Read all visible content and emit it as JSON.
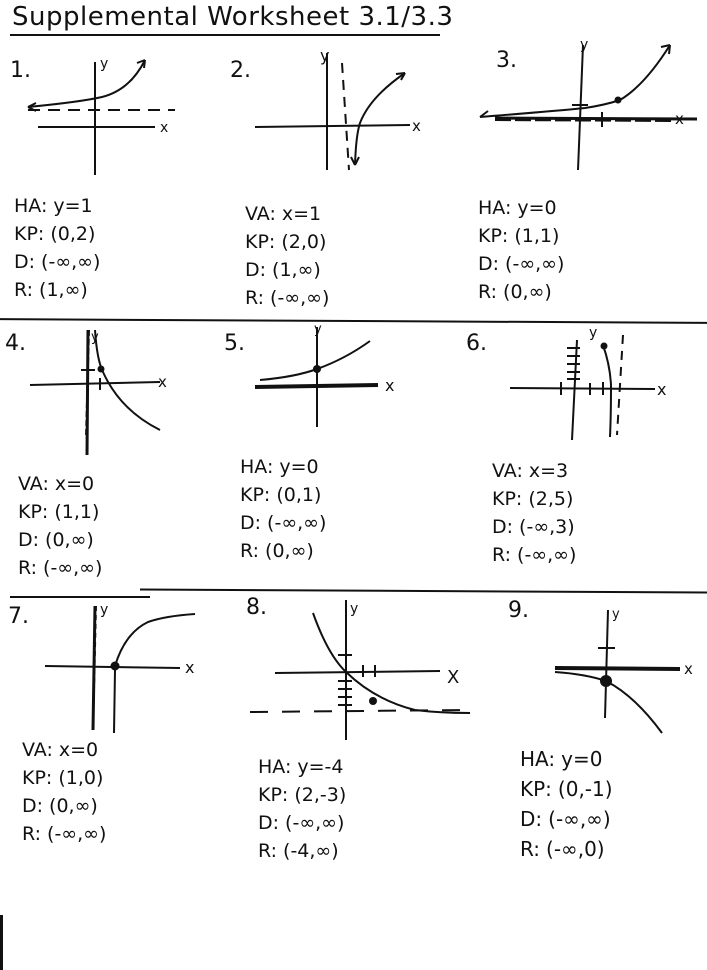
{
  "worksheet": {
    "title": "Supplemental Worksheet 3.1/3.3",
    "problems": [
      {
        "number": "1.",
        "asymptote_label": "HA:",
        "asymptote": "y=1",
        "kp_label": "KP:",
        "key_point": "(0,2)",
        "domain_label": "D:",
        "domain": "(-∞,∞)",
        "range_label": "R:",
        "range": "(1,∞)",
        "graph": {
          "type": "exponential-growth",
          "asymptote": "horizontal",
          "axis_x_label": "x",
          "axis_y_label": "y"
        }
      },
      {
        "number": "2.",
        "asymptote_label": "VA:",
        "asymptote": "x=1",
        "kp_label": "KP:",
        "key_point": "(2,0)",
        "domain_label": "D:",
        "domain": "(1,∞)",
        "range_label": "R:",
        "range": "(-∞,∞)",
        "graph": {
          "type": "logarithmic-growth",
          "asymptote": "vertical",
          "axis_x_label": "x",
          "axis_y_label": "y"
        }
      },
      {
        "number": "3.",
        "asymptote_label": "HA:",
        "asymptote": "y=0",
        "kp_label": "KP:",
        "key_point": "(1,1)",
        "domain_label": "D:",
        "domain": "(-∞,∞)",
        "range_label": "R:",
        "range": "(0,∞)",
        "graph": {
          "type": "exponential-growth",
          "asymptote": "horizontal",
          "axis_x_label": "x",
          "axis_y_label": "y"
        }
      },
      {
        "number": "4.",
        "asymptote_label": "VA:",
        "asymptote": "x=0",
        "kp_label": "KP:",
        "key_point": "(1,1)",
        "domain_label": "D:",
        "domain": "(0,∞)",
        "range_label": "R:",
        "range": "(-∞,∞)",
        "graph": {
          "type": "logarithmic-decay",
          "asymptote": "vertical",
          "axis_x_label": "x",
          "axis_y_label": "y"
        }
      },
      {
        "number": "5.",
        "asymptote_label": "HA:",
        "asymptote": "y=0",
        "kp_label": "KP:",
        "key_point": "(0,1)",
        "domain_label": "D:",
        "domain": "(-∞,∞)",
        "range_label": "R:",
        "range": "(0,∞)",
        "graph": {
          "type": "exponential-growth",
          "asymptote": "horizontal",
          "axis_x_label": "x",
          "axis_y_label": "y"
        }
      },
      {
        "number": "6.",
        "asymptote_label": "VA:",
        "asymptote": "x=3",
        "kp_label": "KP:",
        "key_point": "(2,5)",
        "domain_label": "D:",
        "domain": "(-∞,3)",
        "range_label": "R:",
        "range": "(-∞,∞)",
        "graph": {
          "type": "logarithmic-reflected",
          "asymptote": "vertical",
          "axis_x_label": "x",
          "axis_y_label": "y"
        }
      },
      {
        "number": "7.",
        "asymptote_label": "VA:",
        "asymptote": "x=0",
        "kp_label": "KP:",
        "key_point": "(1,0)",
        "domain_label": "D:",
        "domain": "(0,∞)",
        "range_label": "R:",
        "range": "(-∞,∞)",
        "graph": {
          "type": "logarithmic-growth",
          "asymptote": "vertical",
          "axis_x_label": "x",
          "axis_y_label": "y"
        }
      },
      {
        "number": "8.",
        "asymptote_label": "HA:",
        "asymptote": "y=-4",
        "kp_label": "KP:",
        "key_point": "(2,-3)",
        "domain_label": "D:",
        "domain": "(-∞,∞)",
        "range_label": "R:",
        "range": "(-4,∞)",
        "graph": {
          "type": "exponential-decay",
          "asymptote": "horizontal",
          "axis_x_label": "X",
          "axis_y_label": "y"
        }
      },
      {
        "number": "9.",
        "asymptote_label": "HA:",
        "asymptote": "y=0",
        "kp_label": "KP:",
        "key_point": "(0,-1)",
        "domain_label": "D:",
        "domain": "(-∞,∞)",
        "range_label": "R:",
        "range": "(-∞,0)",
        "graph": {
          "type": "exponential-reflected",
          "asymptote": "horizontal",
          "axis_x_label": "x",
          "axis_y_label": "y"
        }
      }
    ]
  },
  "colors": {
    "ink": "#111111",
    "paper": "#ffffff"
  }
}
